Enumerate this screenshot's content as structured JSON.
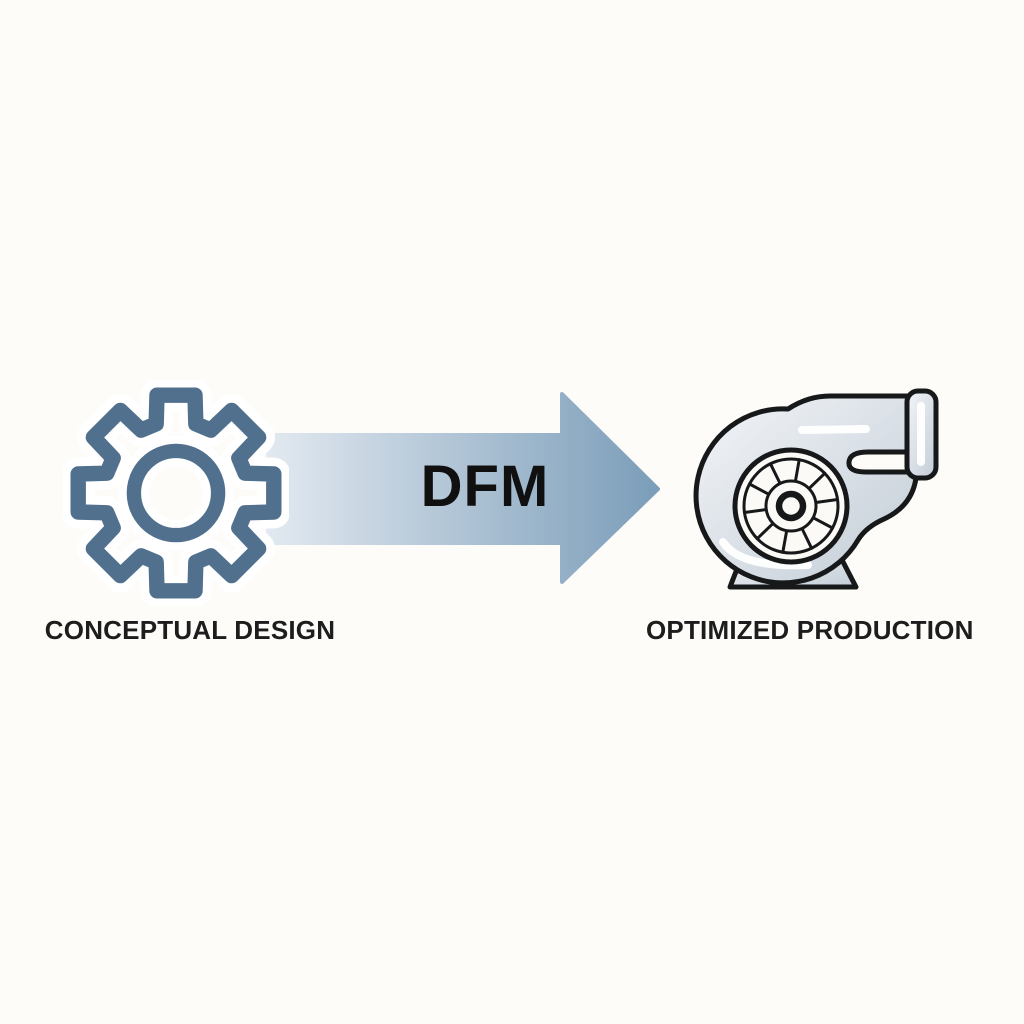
{
  "diagram": {
    "left_stage": {
      "label": "CONCEPTUAL DESIGN",
      "icon": "gear-icon"
    },
    "arrow": {
      "label": "DFM"
    },
    "right_stage": {
      "label": "OPTIMIZED PRODUCTION",
      "icon": "turbocharger-icon"
    }
  },
  "colors": {
    "background": "#fdfcf8",
    "gear": "#51708e",
    "gear_halo": "#ffffff",
    "arrow_start": "#e2e9f0",
    "arrow_end": "#7b9db9",
    "outline": "#17181a",
    "metal_light": "#f3f5f8",
    "metal_dark": "#c2ccd6",
    "fan_fill": "#fbfaf6",
    "label_text": "#1d1d1d",
    "dfm_text": "#101010"
  }
}
